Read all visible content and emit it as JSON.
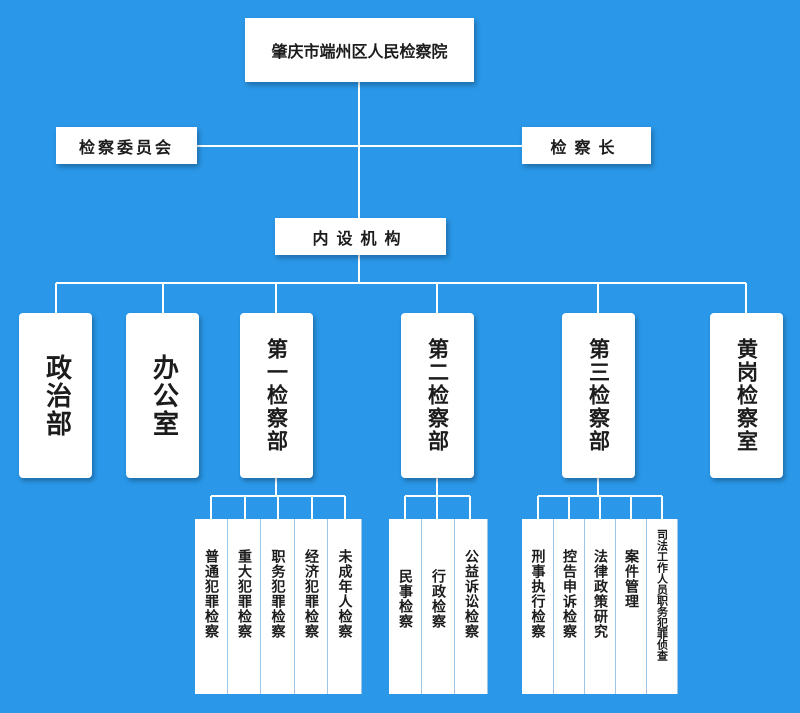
{
  "root": {
    "title": "肇庆市端州区人民检察院"
  },
  "procuratorial_committee": "检察委员会",
  "chief_procurator": "检察长",
  "internal_bodies": "内设机构",
  "departments": {
    "political": "政治部",
    "office": "办公室",
    "first": "第一检察部",
    "second": "第二检察部",
    "third": "第三检察部",
    "huanggang": "黄岗检察室"
  },
  "first_sections": [
    "普通犯罪检察",
    "重大犯罪检察",
    "职务犯罪检察",
    "经济犯罪检察",
    "未成年人检察"
  ],
  "second_sections": [
    "民事检察",
    "行政检察",
    "公益诉讼检察"
  ],
  "third_sections": [
    "刑事执行检察",
    "控告申诉检察",
    "法律政策研究",
    "案件管理",
    "司法工作人员职务犯罪侦查"
  ]
}
